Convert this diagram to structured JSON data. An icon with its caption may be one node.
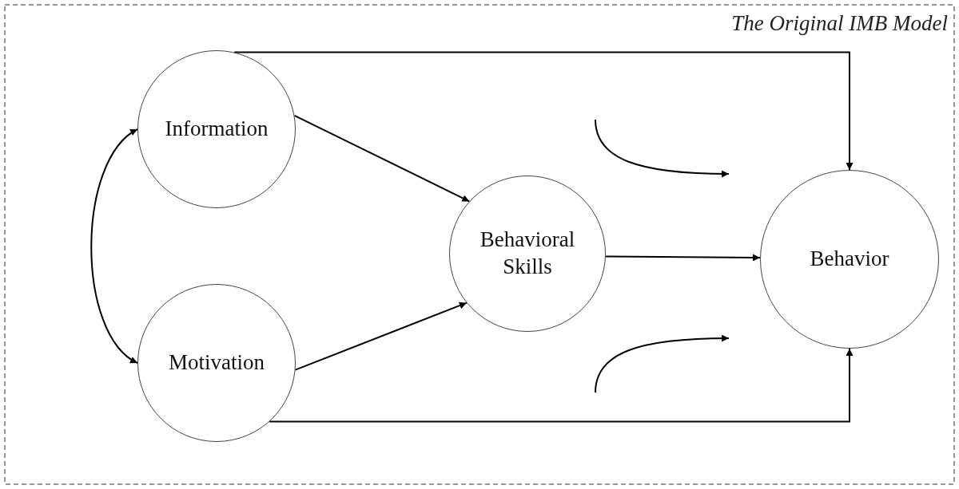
{
  "diagram": {
    "title": "The Original IMB Model",
    "nodes": [
      {
        "text": [
          "Information"
        ]
      },
      {
        "text": [
          "Motivation"
        ]
      },
      {
        "text": [
          "Behavioral Skills"
        ]
      },
      {
        "text": [
          "Behavior"
        ]
      }
    ],
    "edges": [
      {
        "from": 0,
        "to": 1,
        "arrow": "both"
      },
      {
        "from": 0,
        "to": 2,
        "arrow": "to"
      },
      {
        "from": 1,
        "to": 2,
        "arrow": "to"
      },
      {
        "from": 2,
        "to": 3,
        "arrow": "to"
      },
      {
        "from": 0,
        "to": 3,
        "arrow": "to"
      },
      {
        "from": 1,
        "to": 3,
        "arrow": "to"
      }
    ]
  }
}
